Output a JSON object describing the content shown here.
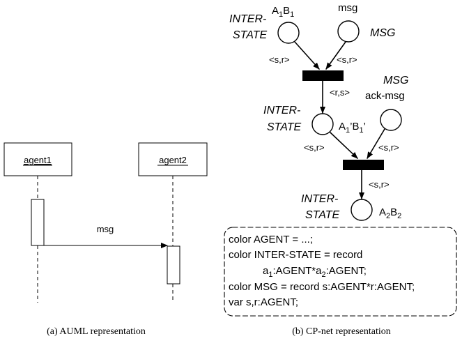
{
  "auml": {
    "agent1": "agent1",
    "agent2": "agent2",
    "message": "msg",
    "caption": "(a) AUML representation"
  },
  "cpnet": {
    "p1_type_line1": "INTER-",
    "p1_type_line2": "STATE",
    "p1_label_main": "A",
    "p1_label_sub1": "1",
    "p1_label_main2": "B",
    "p1_label_sub2": "1",
    "p2_label": "msg",
    "p2_type": "MSG",
    "arc1": "<s,r>",
    "arc2": "<s,r>",
    "arc3": "<r,s>",
    "p4_type": "MSG",
    "p4_label": "ack-msg",
    "p3_type_line1": "INTER-",
    "p3_type_line2": "STATE",
    "p3_label_main": "A",
    "p3_label_sub1": "1",
    "p3_label_main2": "’B",
    "p3_label_sub2": "1",
    "p3_label_tail": "’",
    "arc4": "<s,r>",
    "arc5": "<s,r>",
    "arc6": "<s,r>",
    "p5_type_line1": "INTER-",
    "p5_type_line2": "STATE",
    "p5_label_main": "A",
    "p5_label_sub1": "2",
    "p5_label_main2": "B",
    "p5_label_sub2": "2",
    "decl1": "color AGENT = ...;",
    "decl2": "color INTER-STATE = record",
    "decl3_a": "a",
    "decl3_sub1": "1",
    "decl3_b": ":AGENT*a",
    "decl3_sub2": "2",
    "decl3_c": ":AGENT;",
    "decl4": "color MSG = record s:AGENT*r:AGENT;",
    "decl5": "var s,r:AGENT;",
    "caption": "(b) CP-net representation"
  }
}
